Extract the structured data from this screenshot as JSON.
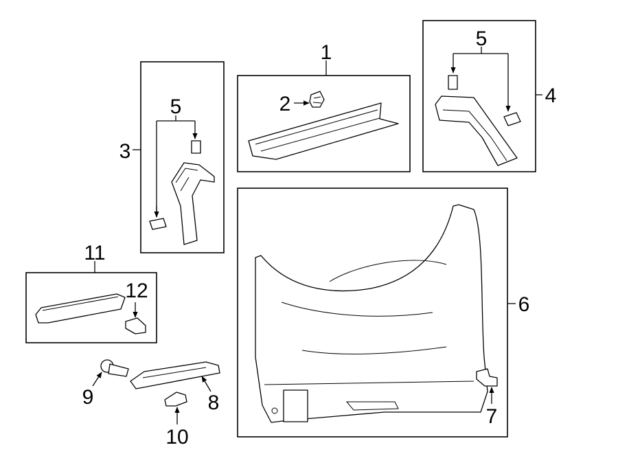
{
  "callouts": {
    "c1": "1",
    "c2": "2",
    "c3": "3",
    "c4": "4",
    "c5_left": "5",
    "c5_right": "5",
    "c6": "6",
    "c7": "7",
    "c8": "8",
    "c9": "9",
    "c10": "10",
    "c11": "11",
    "c12": "12"
  }
}
